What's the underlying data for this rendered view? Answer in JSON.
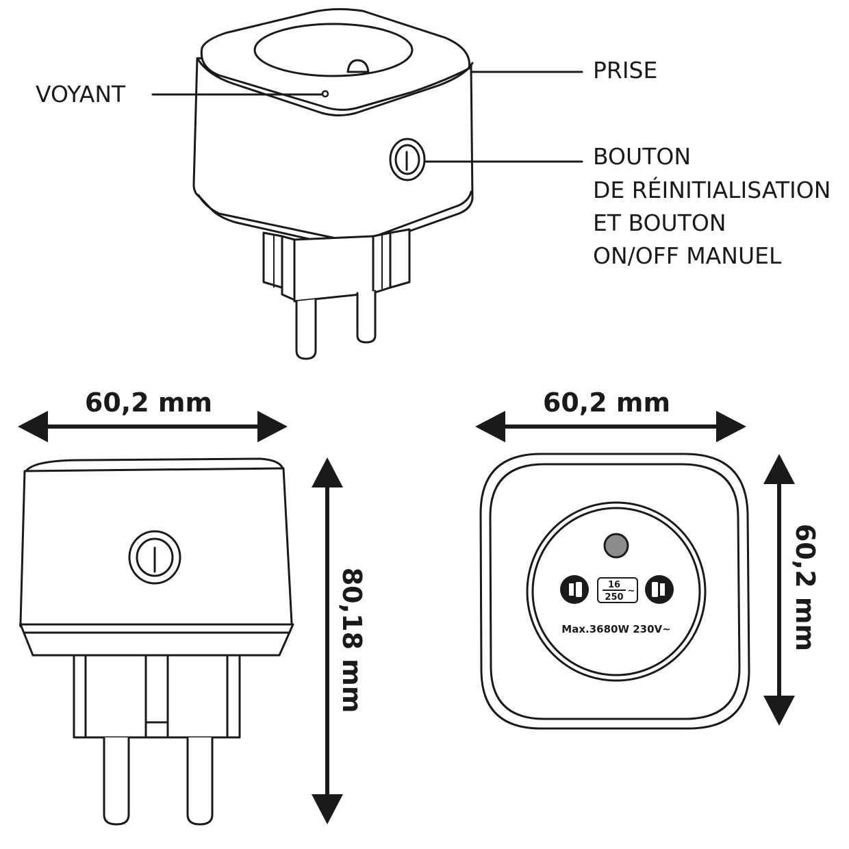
{
  "labels": {
    "voyant": "VOYANT",
    "prise": "PRISE",
    "button_lines": [
      "BOUTON",
      "DE RÉINITIALISATION",
      "ET BOUTON",
      "ON/OFF MANUEL"
    ]
  },
  "dimensions": {
    "side_width": "60,2 mm",
    "side_height": "80,18 mm",
    "front_width": "60,2 mm",
    "front_height": "60,2 mm"
  },
  "socket": {
    "rating_top": "16",
    "rating_bottom": "250",
    "rating_suffix": "~",
    "max_text": "Max.3680W 230V~"
  },
  "colors": {
    "line": "#1a1a1a",
    "led": "#8c8c8c",
    "background": "#ffffff"
  }
}
